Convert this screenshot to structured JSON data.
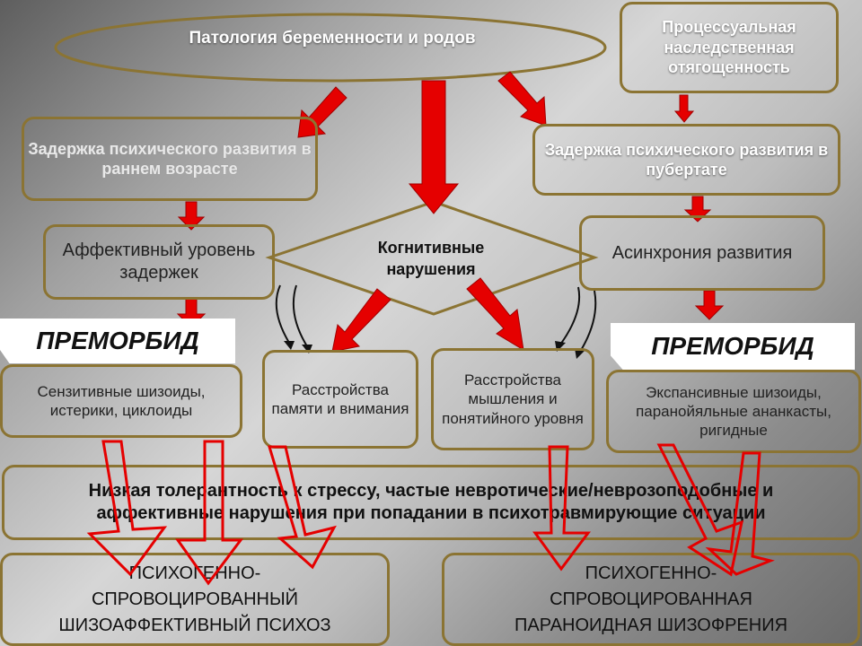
{
  "top": {
    "pathology": "Патология беременности и родов",
    "heredity": "Процессуальная наследственная отягощенность"
  },
  "left": {
    "early_delay": "Задержка психического развития в раннем возрасте",
    "affective": "Аффективный уровень задержек",
    "premorbid": "ПРЕМОРБИД",
    "types": "Сензитивные шизоиды, истерики, циклоиды"
  },
  "center": {
    "cognitive": "Когнитивные нарушения",
    "memory": "Расстройства памяти и внимания",
    "thinking": "Расстройства мышления и понятийного уровня"
  },
  "right": {
    "puberty_delay": "Задержка психического развития в пубертате",
    "asynchrony": "Асинхрония развития",
    "premorbid": "ПРЕМОРБИД",
    "types": "Экспансивные шизоиды, паранойяльные ананкасты, ригидные"
  },
  "stress": "Низкая толерантность к стрессу, частые невротические/неврозоподобные и аффективные нарушения при попадании в психотравмирующие ситуации",
  "outcomes": {
    "left": "ПСИХОГЕННО-СПРОВОЦИРОВАННЫЙ ШИЗОАФФЕКТИВНЫЙ ПСИХОЗ",
    "right": "ПСИХОГЕННО-СПРОВОЦИРОВАННАЯ ПАРАНОИДНАЯ ШИЗОФРЕНИЯ"
  },
  "colors": {
    "arrow_red": "#e50000",
    "border_gold": "#8b7433"
  }
}
